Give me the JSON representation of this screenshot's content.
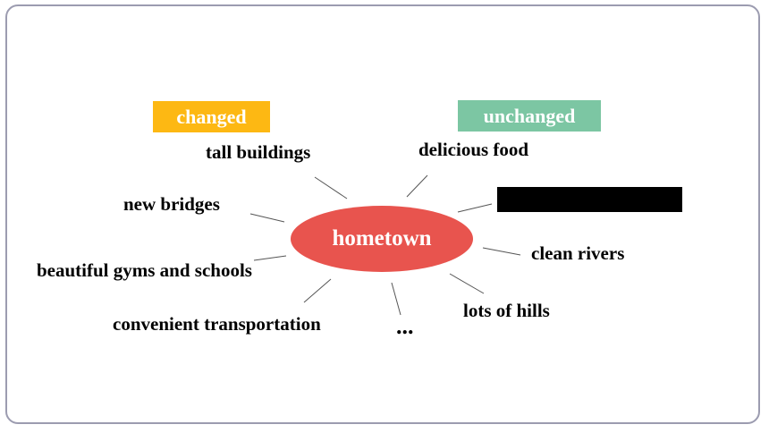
{
  "colors": {
    "changed_tag": "#fdb813",
    "unchanged_tag": "#7cc6a3",
    "center": "#e8544e",
    "redaction": "#000000",
    "connector": "#555555"
  },
  "tags": {
    "changed": "changed",
    "unchanged": "unchanged"
  },
  "center": {
    "label": "hometown"
  },
  "changed_items": [
    "tall buildings",
    "new bridges",
    "beautiful gyms and schools",
    "convenient transportation"
  ],
  "unchanged_items": [
    "delicious food",
    "clean rivers",
    "lots of hills"
  ],
  "ellipsis": "..."
}
